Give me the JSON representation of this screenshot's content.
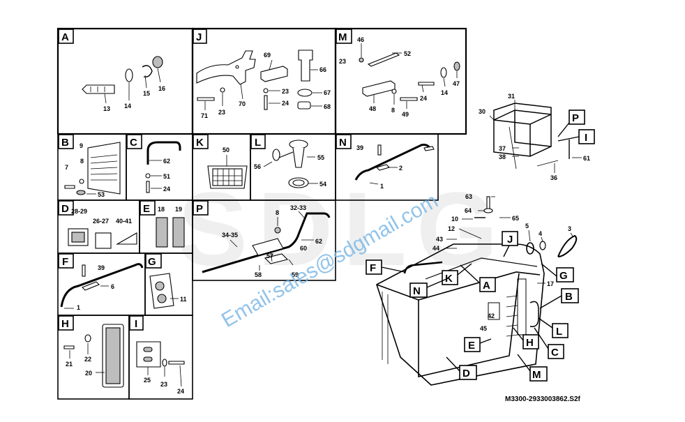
{
  "sections": {
    "A": {
      "letter": "A",
      "labels": [
        "13",
        "14",
        "15",
        "16"
      ]
    },
    "B": {
      "letter": "B",
      "labels": [
        "9",
        "8",
        "7",
        "53"
      ]
    },
    "C": {
      "letter": "C",
      "labels": [
        "62",
        "51",
        "24"
      ]
    },
    "D": {
      "letter": "D",
      "labels": [
        "28-29",
        "26-27",
        "40-41"
      ]
    },
    "E": {
      "letter": "E",
      "labels": [
        "18",
        "19"
      ]
    },
    "F": {
      "letter": "F",
      "labels": [
        "39",
        "6",
        "1"
      ]
    },
    "G": {
      "letter": "G",
      "labels": [
        "11"
      ]
    },
    "H": {
      "letter": "H",
      "labels": [
        "21",
        "22",
        "20"
      ]
    },
    "I": {
      "letter": "I",
      "labels": [
        "25",
        "23",
        "24"
      ]
    },
    "J": {
      "letter": "J",
      "labels": [
        "69",
        "66",
        "23",
        "67",
        "24",
        "68",
        "71",
        "23",
        "70"
      ]
    },
    "K": {
      "letter": "K",
      "labels": [
        "50"
      ]
    },
    "L": {
      "letter": "L",
      "labels": [
        "55",
        "56",
        "54"
      ]
    },
    "M": {
      "letter": "M",
      "labels": [
        "46",
        "52",
        "23",
        "24",
        "14",
        "47",
        "48",
        "8",
        "49"
      ]
    },
    "N": {
      "letter": "N",
      "labels": [
        "39",
        "2",
        "1"
      ]
    },
    "P": {
      "letter": "P",
      "labels": [
        "8",
        "32-33",
        "34-35",
        "62",
        "60",
        "58",
        "57",
        "59"
      ]
    }
  },
  "frame_detail": {
    "labels": [
      "31",
      "30",
      "37",
      "38",
      "36",
      "61"
    ],
    "tags": [
      "P",
      "I"
    ]
  },
  "main_assembly": {
    "labels": [
      "63",
      "64",
      "65",
      "10",
      "12",
      "43",
      "44",
      "5",
      "4",
      "3",
      "17",
      "42",
      "45"
    ],
    "tags": [
      "J",
      "F",
      "G",
      "K",
      "B",
      "N",
      "A",
      "L",
      "H",
      "C",
      "E",
      "D",
      "M"
    ]
  },
  "watermark": {
    "text": "Email:sales@sdgmail.com",
    "logo_text": "SDLG"
  },
  "drawing_code": "M3300-2933003862.S2f",
  "colors": {
    "watermark": "#7fb9e6",
    "logo": "#efefef",
    "ink": "#000000"
  }
}
